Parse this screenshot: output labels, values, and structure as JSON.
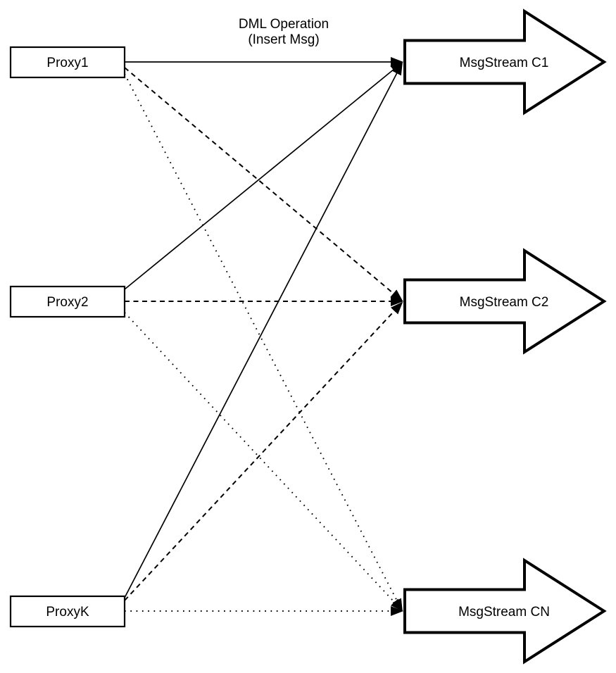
{
  "title": {
    "line1": "DML Operation",
    "line2": "(Insert Msg)"
  },
  "colors": {
    "stroke": "#000000",
    "fill": "#ffffff"
  },
  "diagram": {
    "proxies": [
      {
        "id": "proxy1",
        "label": "Proxy1"
      },
      {
        "id": "proxy2",
        "label": "Proxy2"
      },
      {
        "id": "proxyk",
        "label": "ProxyK"
      }
    ],
    "streams": [
      {
        "id": "c1",
        "label": "MsgStream C1",
        "incoming_line_style": "solid"
      },
      {
        "id": "c2",
        "label": "MsgStream C2",
        "incoming_line_style": "dashed"
      },
      {
        "id": "cn",
        "label": "MsgStream CN",
        "incoming_line_style": "dotted"
      }
    ],
    "edges": [
      {
        "from": "proxy1",
        "to": "c1",
        "style": "solid"
      },
      {
        "from": "proxy1",
        "to": "c2",
        "style": "dashed"
      },
      {
        "from": "proxy1",
        "to": "cn",
        "style": "dotted"
      },
      {
        "from": "proxy2",
        "to": "c1",
        "style": "solid"
      },
      {
        "from": "proxy2",
        "to": "c2",
        "style": "dashed"
      },
      {
        "from": "proxy2",
        "to": "cn",
        "style": "dotted"
      },
      {
        "from": "proxyk",
        "to": "c1",
        "style": "solid"
      },
      {
        "from": "proxyk",
        "to": "c2",
        "style": "dashed"
      },
      {
        "from": "proxyk",
        "to": "cn",
        "style": "dotted"
      }
    ]
  }
}
